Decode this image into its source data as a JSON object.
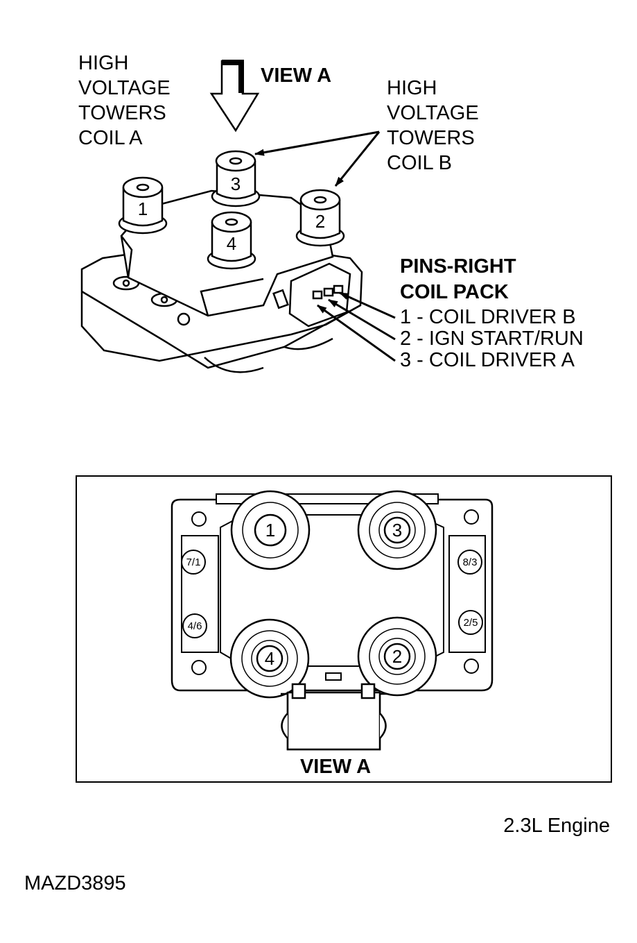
{
  "labels": {
    "hv_coil_a": [
      "HIGH",
      "VOLTAGE",
      "TOWERS",
      "COIL A"
    ],
    "view_a": "VIEW A",
    "hv_coil_b": [
      "HIGH",
      "VOLTAGE",
      "TOWERS",
      "COIL B"
    ],
    "pins_title": [
      "PINS-RIGHT",
      "COIL PACK"
    ],
    "pins": [
      "1 - COIL DRIVER B",
      "2 - IGN START/RUN",
      "3 - COIL DRIVER A"
    ],
    "engine": "2.3L Engine",
    "figure_id": "MAZD3895"
  },
  "top_towers": [
    "1",
    "3",
    "2",
    "4"
  ],
  "view_a_panel": {
    "towers": [
      "1",
      "3",
      "4",
      "2"
    ],
    "side_labels": [
      "7/1",
      "8/3",
      "4/6",
      "2/5"
    ],
    "caption": "VIEW A"
  }
}
